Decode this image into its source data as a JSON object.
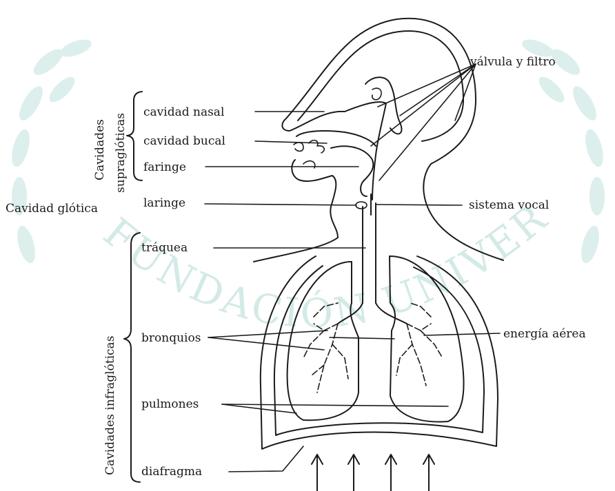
{
  "labels": {
    "valvula": "válvula y filtro",
    "supra": "Cavidades",
    "supra2": "supraglóticas",
    "nasal": "cavidad nasal",
    "bucal": "cavidad bucal",
    "faringe": "faringe",
    "glotica": "Cavidad glótica",
    "laringe": "laringe",
    "sistema_vocal": "sistema vocal",
    "traquea": "tráquea",
    "infra": "Cavidades infraglóticas",
    "bronquios": "bronquios",
    "energia": "energía aérea",
    "pulmones": "pulmones",
    "diafragma": "diafragma"
  },
  "watermark": {
    "text": "FUNDACIÓN UNIVERSITARIA",
    "color": "#cfe8e5"
  },
  "colors": {
    "ink": "#1a1a1a",
    "watermark": "#cfe8e5"
  }
}
